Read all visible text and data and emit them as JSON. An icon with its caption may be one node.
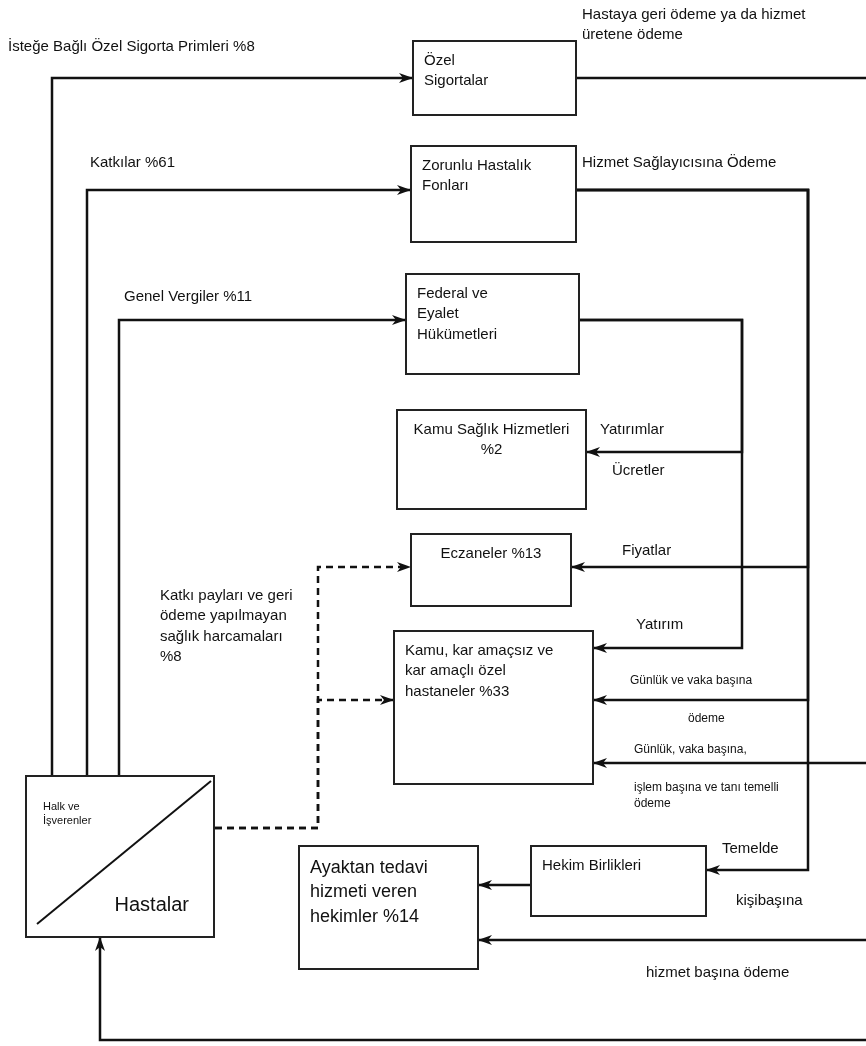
{
  "diagram": {
    "nodes": [
      {
        "text": [
          "Özel Sigortalar"
        ]
      },
      {
        "text": [
          "Zorunlu Hastalık Fonları"
        ]
      },
      {
        "text": [
          "Federal ve Eyalet Hükümetleri"
        ]
      },
      {
        "text": [
          "Kamu Sağlık Hizmetleri %2"
        ]
      },
      {
        "text": [
          "Eczaneler %13"
        ]
      },
      {
        "text": [
          "Kamu, kar amaçsız ve kar amaçlı özel hastaneler %33"
        ]
      },
      {
        "text": [
          "Halk ve İşverenler",
          "Hastalar"
        ]
      },
      {
        "text": [
          "Hekim Birlikleri"
        ]
      },
      {
        "text": [
          "Ayaktan tedavi hizmeti veren hekimler %14"
        ]
      }
    ],
    "edges": [
      {
        "from": 6,
        "to": 0,
        "arrow": "to",
        "label": "İsteğe Bağlı Özel Sigorta Primleri %8"
      },
      {
        "from": 6,
        "to": 1,
        "arrow": "to",
        "label": "Katkılar %61"
      },
      {
        "from": 6,
        "to": 2,
        "arrow": "to",
        "label": "Genel Vergiler %11"
      },
      {
        "from": 0,
        "to": null,
        "arrow": "none",
        "label": "Hastaya geri ödeme ya da hizmet üretene ödeme"
      },
      {
        "from": 1,
        "to": 4,
        "arrow": "to",
        "label": "Fiyatlar"
      },
      {
        "from": 1,
        "to": 5,
        "arrow": "to",
        "label": "Günlük ve vaka başına"
      },
      {
        "from": 1,
        "to": 7,
        "arrow": "to",
        "label": "Temelde"
      },
      {
        "from": 2,
        "to": 3,
        "arrow": "to",
        "label": "Yatırımlar"
      },
      {
        "from": 2,
        "to": 5,
        "arrow": "to",
        "label": "Yatırım"
      },
      {
        "from": 6,
        "to": 4,
        "arrow": "to",
        "style": "dashed"
      },
      {
        "from": 6,
        "to": 5,
        "arrow": "to",
        "style": "dashed"
      },
      {
        "from": 7,
        "to": 8,
        "arrow": "to"
      },
      {
        "from": null,
        "to": 5,
        "arrow": "to",
        "label": "Günlük, vaka başına,"
      },
      {
        "from": null,
        "to": 8,
        "arrow": "to",
        "label": "hizmet başına ödeme"
      },
      {
        "from": null,
        "to": 6,
        "arrow": "to"
      }
    ],
    "labels": [
      "Hizmet Sağlayıcısına Ödeme",
      "Ücretler",
      "Katkı payları ve geri ödeme yapılmayan sağlık harcamaları %8",
      "ödeme",
      "işlem başına ve tanı temelli ödeme",
      "kişibaşına"
    ]
  }
}
